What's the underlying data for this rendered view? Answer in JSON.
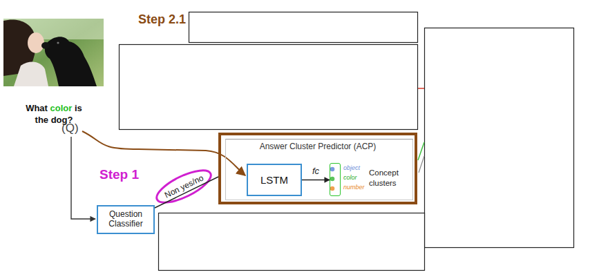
{
  "diagram": {
    "nodes": [
      {
        "text": [
          "Answer Cluster Predictor (ACP)"
        ]
      },
      {
        "text": [
          "LSTM"
        ],
        "in": 0
      },
      {
        "text": [
          "object",
          "color",
          "number",
          "Concept clusters"
        ],
        "in": 0
      },
      {
        "text": [
          "Question Classifier"
        ]
      }
    ],
    "edges": [
      {
        "from": 1,
        "to": 2,
        "arrow": "to",
        "label": "fc"
      },
      {
        "from": 3,
        "to": 0,
        "arrow": "none",
        "label": "Non yes/no"
      }
    ],
    "labels": [
      "Step 2.1",
      "What",
      "color",
      "is the dog?",
      "(Q)",
      "Step 1"
    ]
  }
}
